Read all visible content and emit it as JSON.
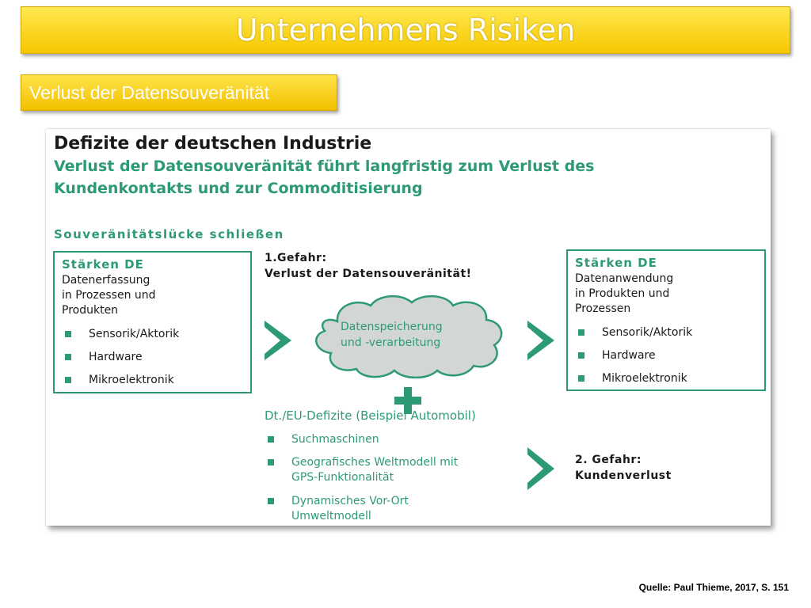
{
  "slide": {
    "title": "Unternehmens Risiken",
    "subtitle": "Verlust der Datensouveränität",
    "source": "Quelle: Paul Thieme, 2017, S. 151"
  },
  "figure": {
    "heading": "Defizite der deutschen Industrie",
    "subheading_line1": "Verlust der Datensouveränität führt langfristig zum Verlust des",
    "subheading_line2": "Kundenkontakts und zur Commoditisierung",
    "section": "Souveränitätslücke schließen",
    "left_box": {
      "title": "Stärken DE",
      "lines": [
        "Datenerfassung",
        "in Prozessen und",
        "Produkten"
      ],
      "bullets": [
        "Sensorik/Aktorik",
        "Hardware",
        "Mikroelektronik"
      ]
    },
    "danger1": {
      "line1": "1.Gefahr:",
      "line2": "Verlust der Datensouveränität!"
    },
    "cloud": {
      "line1": "Datenspeicherung",
      "line2": "und -verarbeitung"
    },
    "right_box": {
      "title": "Stärken DE",
      "lines": [
        "Datenanwendung",
        "in Produkten und",
        "Prozessen"
      ],
      "bullets": [
        "Sensorik/Aktorik",
        "Hardware",
        "Mikroelektronik"
      ]
    },
    "deficits": {
      "title": "Dt./EU-Defizite (Beispiel Automobil)",
      "bullets": [
        {
          "line1": "Suchmaschinen",
          "line2": ""
        },
        {
          "line1": "Geografisches Weltmodell mit",
          "line2": "GPS-Funktionalität"
        },
        {
          "line1": "Dynamisches Vor-Ort",
          "line2": "Umweltmodell"
        }
      ]
    },
    "danger2": {
      "line1": "2. Gefahr:",
      "line2": "Kundenverlust"
    }
  },
  "colors": {
    "accent_green": "#2e9a74",
    "title_yellow": "#f6c800",
    "cloud_fill": "#d2d6d4"
  }
}
